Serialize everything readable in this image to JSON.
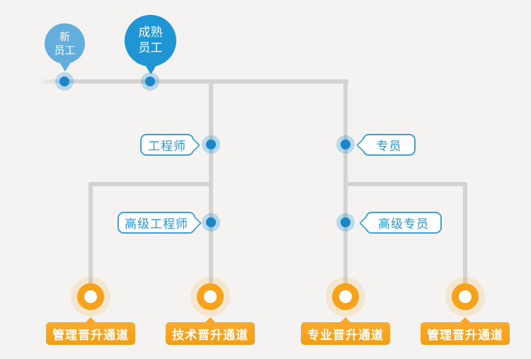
{
  "palette": {
    "background": "#f4f3f1",
    "connector_gray": "#d3d3d1",
    "balloon_light_blue": "#64aede",
    "balloon_blue": "#2095d3",
    "dot_blue": "#1b87c9",
    "callout_border_blue": "#41a0da",
    "callout_text_blue": "#2b97d4",
    "orange": "#f6a21c",
    "channel_orange": "#f5a41f",
    "white": "#ffffff"
  },
  "top_nodes": [
    {
      "name": "new-employee",
      "label": "新\n员工"
    },
    {
      "name": "mature-employee",
      "label": "成熟\n员工"
    }
  ],
  "level_labels": [
    {
      "name": "engineer",
      "text": "工程师"
    },
    {
      "name": "specialist",
      "text": "专员"
    },
    {
      "name": "senior-engineer",
      "text": "高级工程师"
    },
    {
      "name": "senior-specialist",
      "text": "高级专员"
    }
  ],
  "channels": [
    {
      "name": "management-left",
      "text": "管理晋升通道"
    },
    {
      "name": "technical",
      "text": "技术晋升通道"
    },
    {
      "name": "professional",
      "text": "专业晋升通道"
    },
    {
      "name": "management-right",
      "text": "管理晋升通道"
    }
  ]
}
